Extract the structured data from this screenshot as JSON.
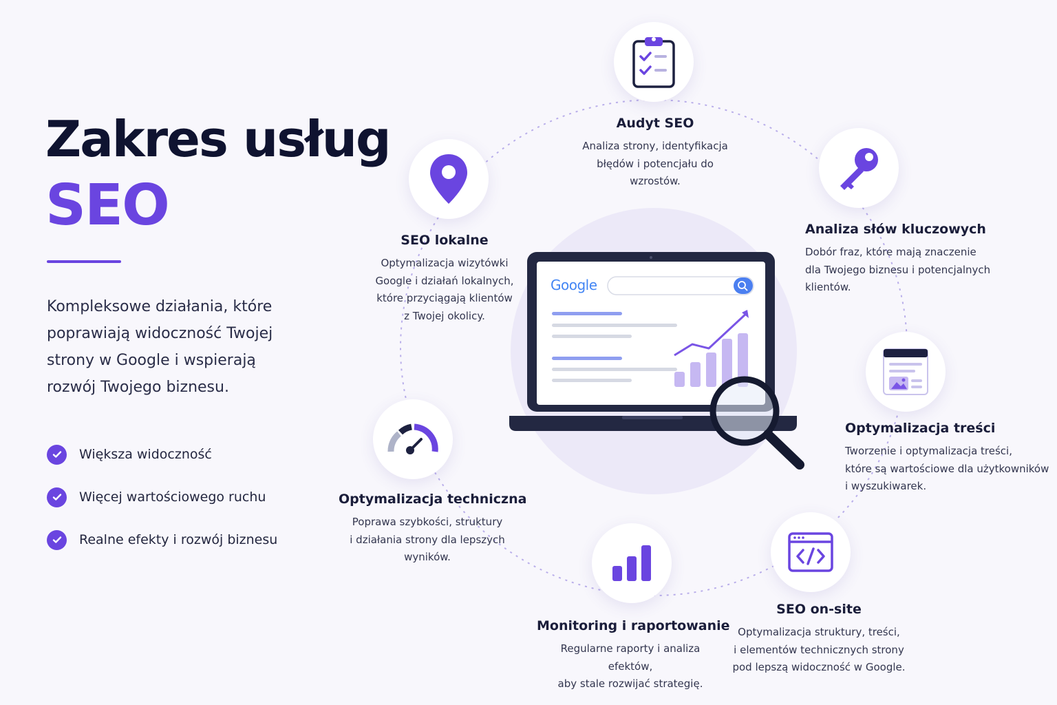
{
  "heading": {
    "line1": "Zakres usług",
    "line2": "SEO",
    "intro": "Kompleksowe działania, które poprawiają widoczność Twojej strony w Google i wspierają rozwój Twojego biznesu."
  },
  "benefits": [
    "Większa widoczność",
    "Więcej wartościowego ruchu",
    "Realne efekty i rozwój biznesu"
  ],
  "services": {
    "audit": {
      "icon": "clipboard-check-icon",
      "title": "Audyt SEO",
      "lines": [
        "Analiza strony, identyfikacja",
        "błędów i potencjału do",
        "wzrostów."
      ]
    },
    "keywords": {
      "icon": "key-icon",
      "title": "Analiza słów kluczowych",
      "lines": [
        "Dobór fraz, które mają znaczenie",
        "dla Twojego biznesu i potencjalnych",
        "klientów."
      ]
    },
    "content": {
      "icon": "content-page-icon",
      "title": "Optymalizacja treści",
      "lines": [
        "Tworzenie i optymalizacja treści,",
        "które są wartościowe dla użytkowników",
        "i wyszukiwarek."
      ]
    },
    "onsite": {
      "icon": "code-window-icon",
      "title": "SEO on-site",
      "lines": [
        "Optymalizacja struktury, treści,",
        "i elementów technicznych strony",
        "pod lepszą widoczność w Google."
      ]
    },
    "monitoring": {
      "icon": "bar-chart-icon",
      "title": "Monitoring i raportowanie",
      "lines": [
        "Regularne raporty i analiza efektów,",
        "aby stale rozwijać strategię."
      ]
    },
    "technical": {
      "icon": "speedometer-icon",
      "title": "Optymalizacja techniczna",
      "lines": [
        "Poprawa szybkości, struktury",
        "i działania strony dla lepszych",
        "wyników."
      ]
    },
    "local": {
      "icon": "map-pin-icon",
      "title": "SEO lokalne",
      "lines": [
        "Optymalizacja wizytówki",
        "Google i działań lokalnych,",
        "które przyciągają klientów",
        "z Twojej okolicy."
      ]
    }
  },
  "laptop": {
    "logo": "Google"
  },
  "colors": {
    "accent": "#6a45e0",
    "dark": "#0f1330",
    "background": "#f8f7fc"
  }
}
